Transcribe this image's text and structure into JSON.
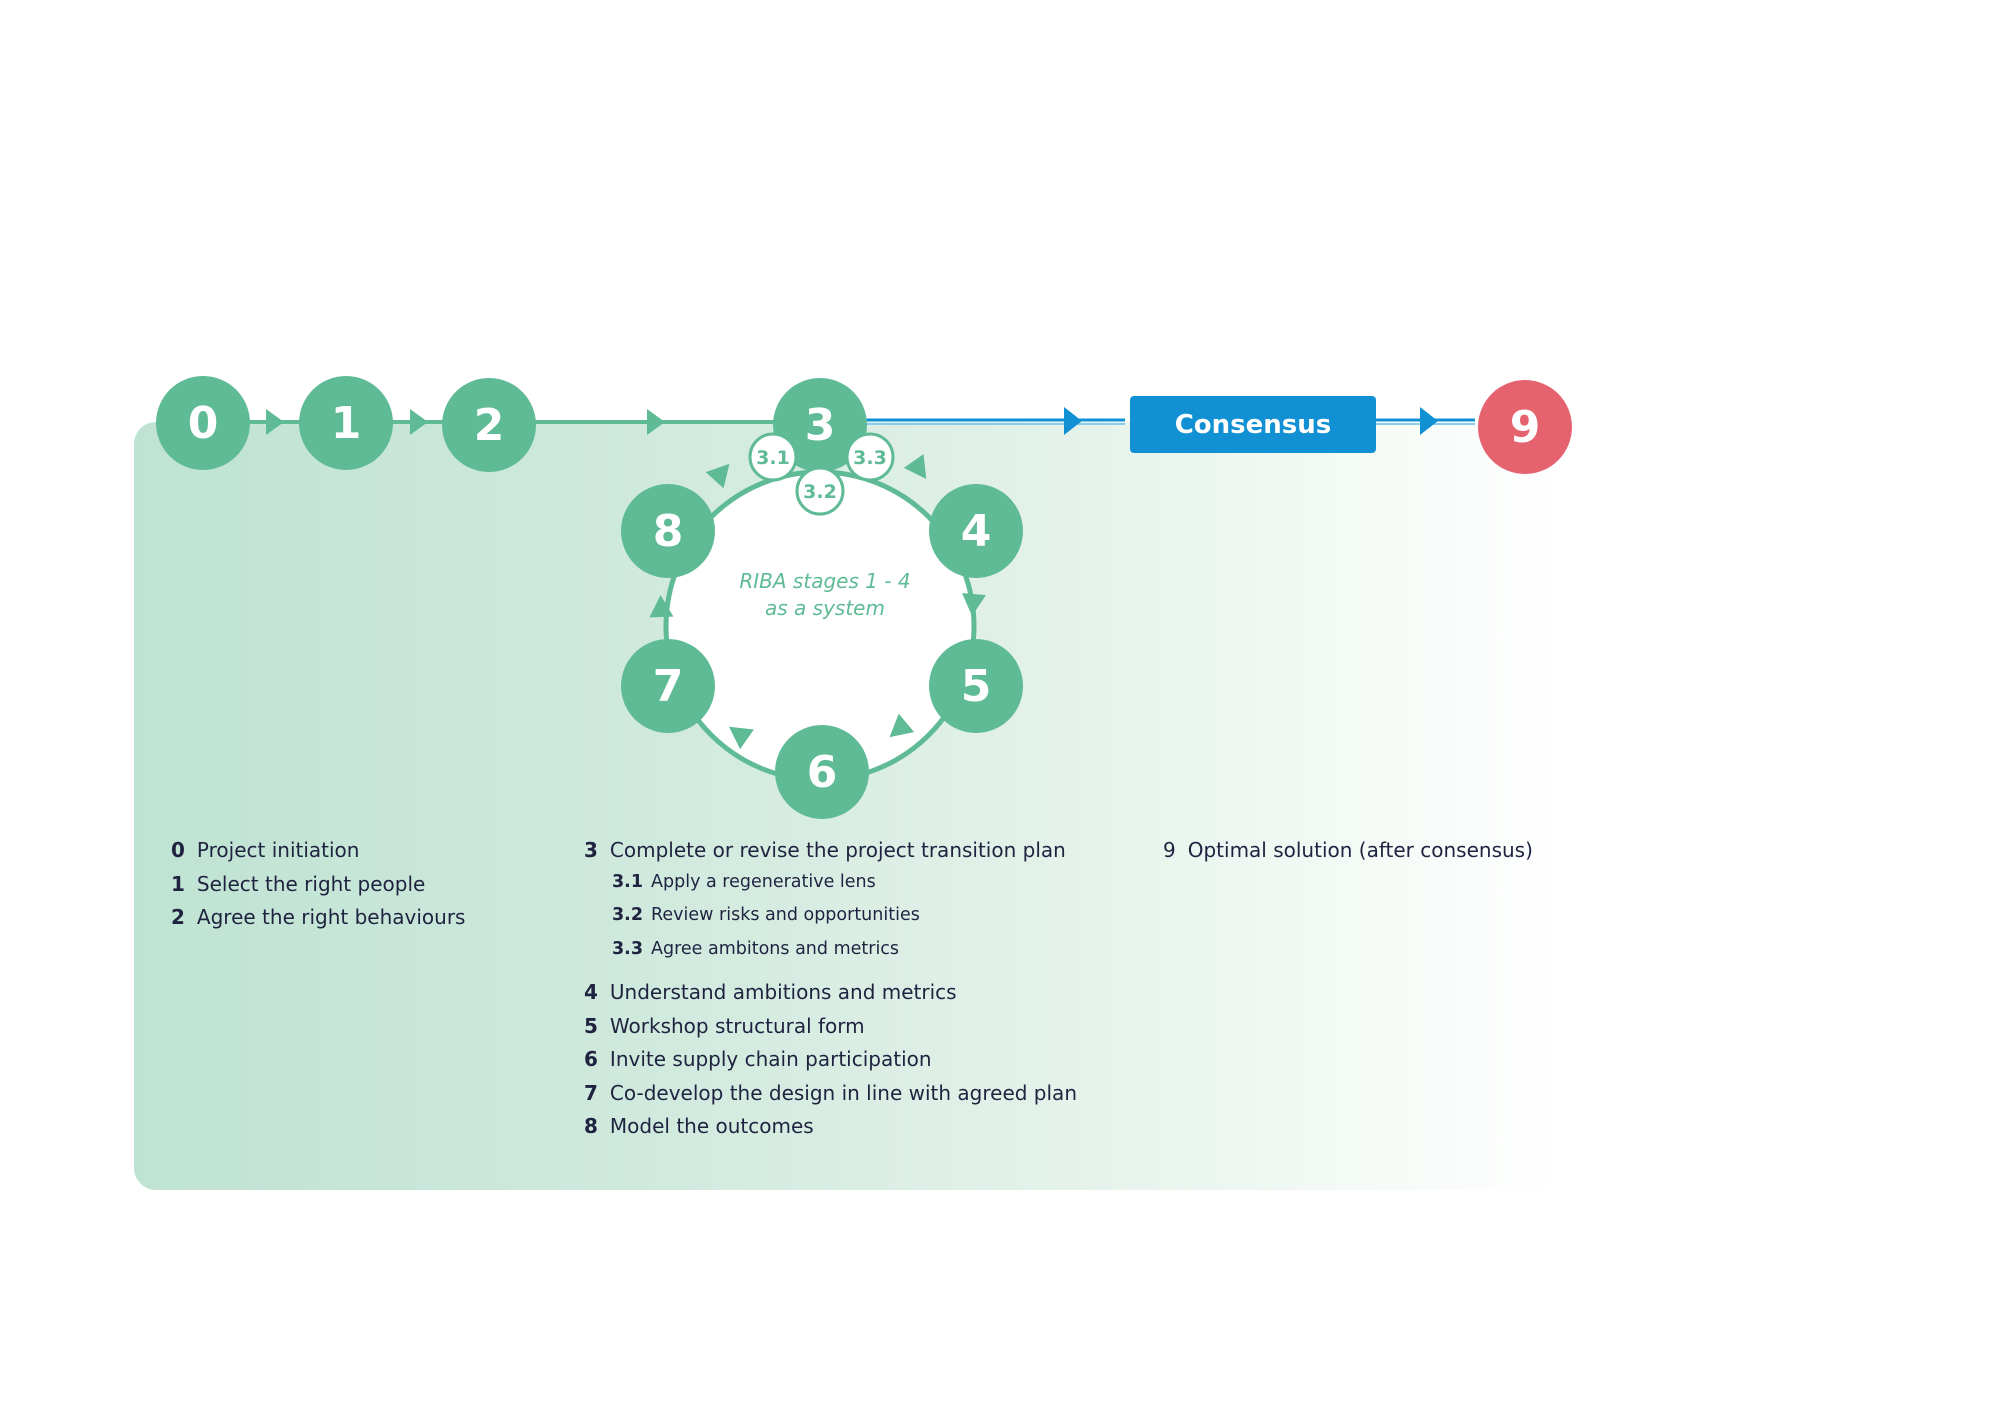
{
  "colors": {
    "green": "#5fba96",
    "blue": "#1191d4",
    "red": "#e5636e",
    "text": "#1f2340"
  },
  "nodes": {
    "n0": "0",
    "n1": "1",
    "n2": "2",
    "n3": "3",
    "n4": "4",
    "n5": "5",
    "n6": "6",
    "n7": "7",
    "n8": "8",
    "n9": "9",
    "s31": "3.1",
    "s32": "3.2",
    "s33": "3.3"
  },
  "consensus_label": "Consensus",
  "center_text": {
    "line1": "RIBA stages 1 - 4",
    "line2": "as a system"
  },
  "legend": {
    "col1": [
      {
        "num": "0",
        "text": "Project initiation"
      },
      {
        "num": "1",
        "text": "Select the right people"
      },
      {
        "num": "2",
        "text": "Agree the right behaviours"
      }
    ],
    "col2_main": {
      "num": "3",
      "text": "Complete or revise the project transition plan"
    },
    "col2_sub": [
      {
        "num": "3.1",
        "text": "Apply a regenerative lens"
      },
      {
        "num": "3.2",
        "text": "Review risks and opportunities"
      },
      {
        "num": "3.3",
        "text": "Agree ambitons and metrics"
      }
    ],
    "col2_rest": [
      {
        "num": "4",
        "text": "Understand ambitions and metrics"
      },
      {
        "num": "5",
        "text": "Workshop structural form"
      },
      {
        "num": "6",
        "text": "Invite supply chain participation"
      },
      {
        "num": "7",
        "text": "Co-develop the design in line with agreed plan"
      },
      {
        "num": "8",
        "text": "Model the outcomes"
      }
    ],
    "col3": [
      {
        "num": "9",
        "text": "Optimal solution (after consensus)"
      }
    ]
  }
}
